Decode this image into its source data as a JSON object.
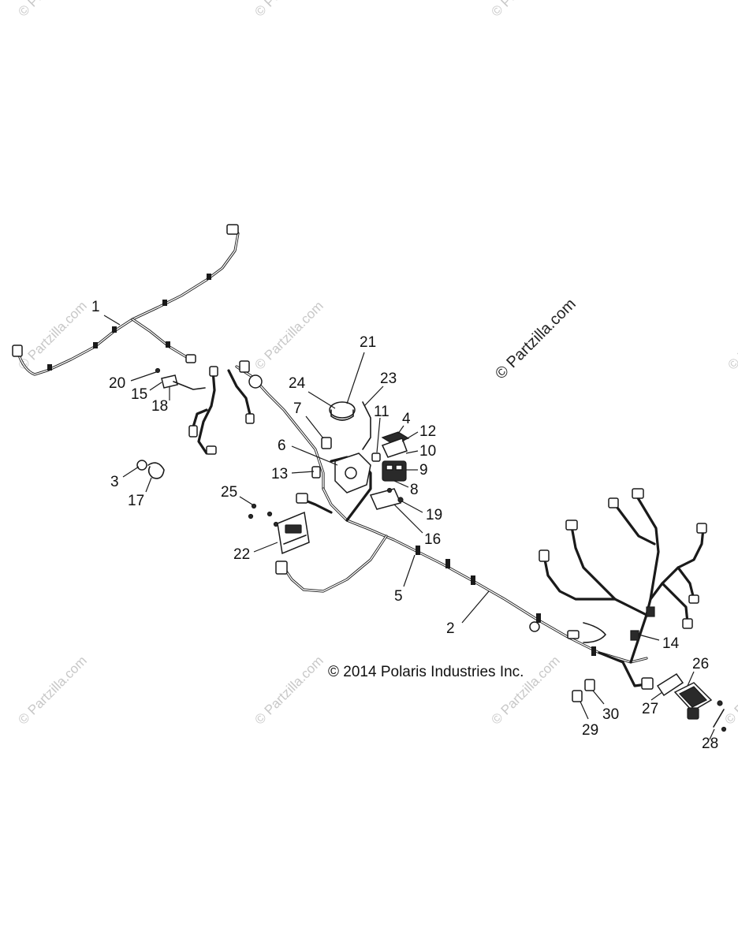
{
  "diagram": {
    "copyright": "© 2014 Polaris Industries Inc.",
    "watermark_main": "© Partzilla.com",
    "watermark_small": "© Partzilla.com",
    "callouts": [
      {
        "id": "1",
        "label": "1"
      },
      {
        "id": "2",
        "label": "2"
      },
      {
        "id": "3",
        "label": "3"
      },
      {
        "id": "4",
        "label": "4"
      },
      {
        "id": "5",
        "label": "5"
      },
      {
        "id": "6",
        "label": "6"
      },
      {
        "id": "7",
        "label": "7"
      },
      {
        "id": "8",
        "label": "8"
      },
      {
        "id": "9",
        "label": "9"
      },
      {
        "id": "10",
        "label": "10"
      },
      {
        "id": "11",
        "label": "11"
      },
      {
        "id": "12",
        "label": "12"
      },
      {
        "id": "13",
        "label": "13"
      },
      {
        "id": "14",
        "label": "14"
      },
      {
        "id": "15",
        "label": "15"
      },
      {
        "id": "16",
        "label": "16"
      },
      {
        "id": "17",
        "label": "17"
      },
      {
        "id": "18",
        "label": "18"
      },
      {
        "id": "19",
        "label": "19"
      },
      {
        "id": "20",
        "label": "20"
      },
      {
        "id": "21",
        "label": "21"
      },
      {
        "id": "22",
        "label": "22"
      },
      {
        "id": "23",
        "label": "23"
      },
      {
        "id": "24",
        "label": "24"
      },
      {
        "id": "25",
        "label": "25"
      },
      {
        "id": "26",
        "label": "26"
      },
      {
        "id": "27",
        "label": "27"
      },
      {
        "id": "28",
        "label": "28"
      },
      {
        "id": "29",
        "label": "29"
      },
      {
        "id": "30",
        "label": "30"
      }
    ]
  }
}
